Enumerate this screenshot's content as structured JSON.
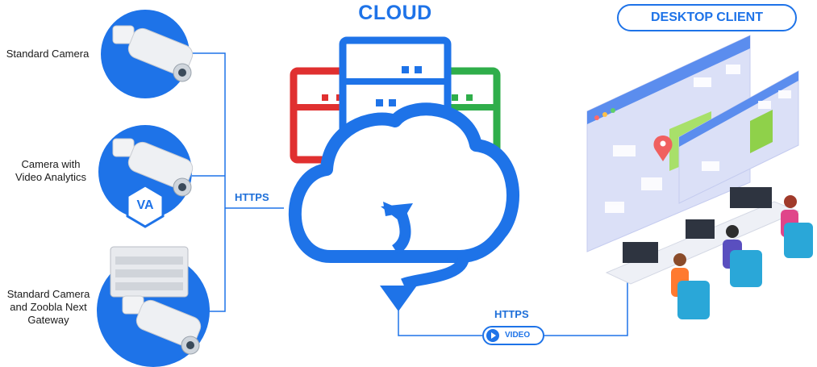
{
  "cloud": {
    "title": "CLOUD"
  },
  "desktop": {
    "title": "DESKTOP CLIENT"
  },
  "sources": [
    {
      "label": "Standard Camera"
    },
    {
      "label": "Camera with\nVideo Analytics",
      "badge": "VA"
    },
    {
      "label": "Standard Camera\nand Zoobla Next\nGateway"
    }
  ],
  "links": {
    "uplink_protocol": "HTTPS",
    "downlink_protocol": "HTTPS",
    "stream_badge": "VIDEO"
  },
  "colors": {
    "primary": "#1e73e8",
    "server_red": "#e03030",
    "server_green": "#2fae4a",
    "map_bg": "#dbe0f7",
    "map_highlight": "#a8e06a",
    "pin": "#f06060"
  }
}
